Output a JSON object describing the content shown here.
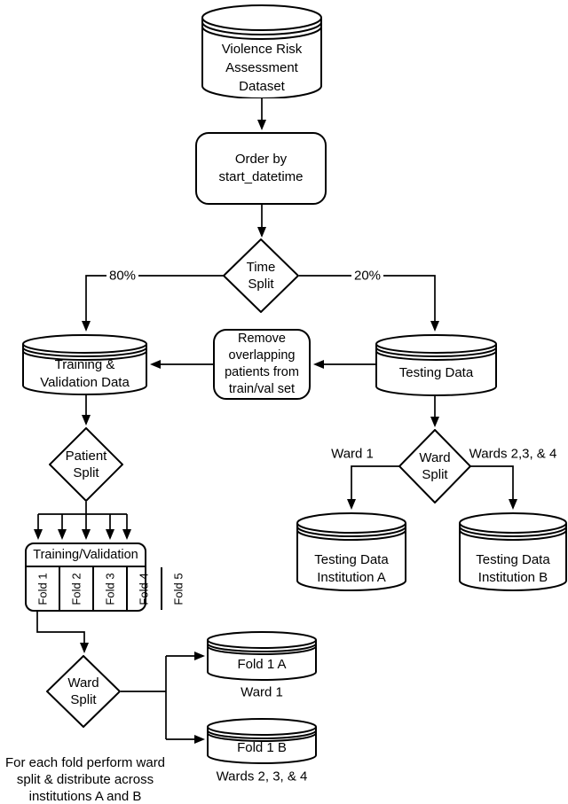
{
  "colors": {
    "stroke": "#000000",
    "background": "#ffffff"
  },
  "nodes": {
    "dataset": "Violence Risk\nAssessment\nDataset",
    "order": "Order by\nstart_datetime",
    "time_split": "Time\nSplit",
    "trainval": "Training &\nValidation Data",
    "remove": "Remove\noverlapping\npatients from\ntrain/val set",
    "testing": "Testing Data",
    "patient_split": "Patient\nSplit",
    "ward_split_left": "Ward\nSplit",
    "ward_split_right": "Ward\nSplit",
    "fold1a": "Fold 1 A",
    "fold1b": "Fold 1 B",
    "inst_a": "Testing Data\nInstitution A",
    "inst_b": "Testing Data\nInstitution B"
  },
  "folds": {
    "header": "Training/Validation",
    "cells": [
      "Fold 1",
      "Fold 2",
      "Fold 3",
      "Fold 4",
      "Fold 5"
    ]
  },
  "edge_labels": {
    "pct80": "80%",
    "pct20": "20%",
    "ward1": "Ward 1",
    "wards234": "Wards 2,3, & 4",
    "fold1a_ward": "Ward 1",
    "fold1b_wards": "Wards 2, 3, & 4"
  },
  "caption": "For each fold perform ward\nsplit & distribute across\ninstitutions A and B"
}
